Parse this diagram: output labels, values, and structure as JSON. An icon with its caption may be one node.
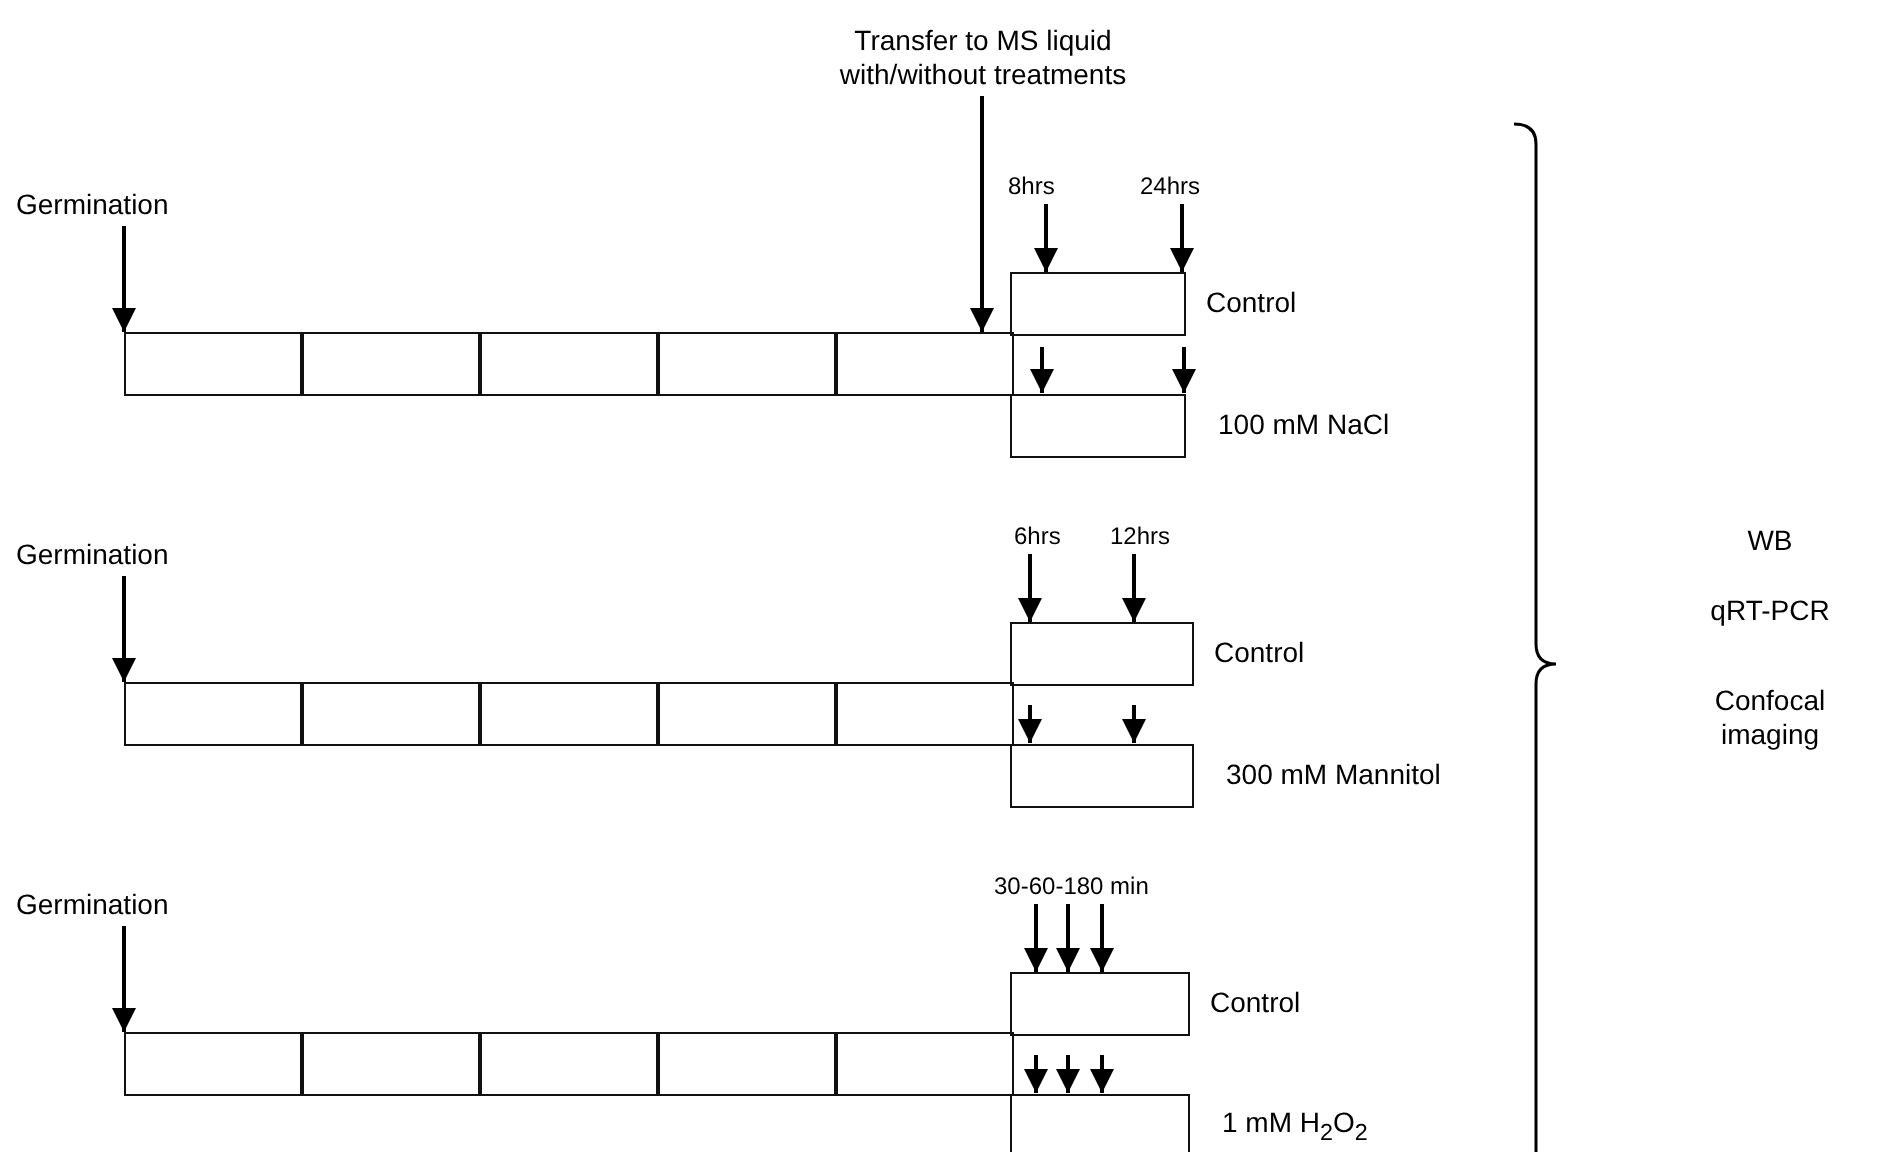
{
  "diagram": {
    "nodes": [
      {
        "text": [
          "Transfer to MS liquid with/without treatments"
        ]
      },
      {
        "text": [
          "Germination"
        ]
      },
      {
        "text": [
          "8hrs"
        ]
      },
      {
        "text": [
          "24hrs"
        ]
      },
      {
        "text": [],
        "shape": "box"
      },
      {
        "text": [],
        "shape": "box"
      },
      {
        "text": [],
        "shape": "box"
      },
      {
        "text": [],
        "shape": "box"
      },
      {
        "text": [],
        "shape": "box"
      },
      {
        "text": [],
        "shape": "box",
        "beside": [
          "Control"
        ]
      },
      {
        "text": [],
        "shape": "box",
        "beside": [
          "100 mM NaCl"
        ]
      },
      {
        "text": [
          "Germination"
        ]
      },
      {
        "text": [
          "6hrs"
        ]
      },
      {
        "text": [
          "12hrs"
        ]
      },
      {
        "text": [],
        "shape": "box"
      },
      {
        "text": [],
        "shape": "box"
      },
      {
        "text": [],
        "shape": "box"
      },
      {
        "text": [],
        "shape": "box"
      },
      {
        "text": [],
        "shape": "box"
      },
      {
        "text": [],
        "shape": "box",
        "beside": [
          "Control"
        ]
      },
      {
        "text": [],
        "shape": "box",
        "beside": [
          "300 mM Mannitol"
        ]
      },
      {
        "text": [
          "Germination"
        ]
      },
      {
        "text": [
          "30-60-180 min"
        ]
      },
      {
        "text": [],
        "shape": "box"
      },
      {
        "text": [],
        "shape": "box"
      },
      {
        "text": [],
        "shape": "box"
      },
      {
        "text": [],
        "shape": "box"
      },
      {
        "text": [],
        "shape": "box"
      },
      {
        "text": [],
        "shape": "box",
        "beside": [
          "Control"
        ]
      },
      {
        "text": [],
        "shape": "box",
        "beside": [
          "1 mM H$_{2}$O$_{2}$"
        ]
      }
    ],
    "edges": [
      {
        "from": 0,
        "to": 8,
        "arrow": "to"
      },
      {
        "from": 1,
        "to": 4,
        "arrow": "to"
      },
      {
        "from": 2,
        "to": 9,
        "arrow": "to"
      },
      {
        "from": 3,
        "to": 9,
        "arrow": "to"
      },
      {
        "from": 9,
        "to": 10,
        "arrow": "to"
      },
      {
        "from": 9,
        "to": 10,
        "arrow": "to"
      },
      {
        "from": 11,
        "to": 14,
        "arrow": "to"
      },
      {
        "from": 12,
        "to": 19,
        "arrow": "to"
      },
      {
        "from": 13,
        "to": 19,
        "arrow": "to"
      },
      {
        "from": 19,
        "to": 20,
        "arrow": "to"
      },
      {
        "from": 19,
        "to": 20,
        "arrow": "to"
      },
      {
        "from": 21,
        "to": 23,
        "arrow": "to"
      },
      {
        "from": 22,
        "to": 28,
        "arrow": "to"
      },
      {
        "from": 22,
        "to": 28,
        "arrow": "to"
      },
      {
        "from": 22,
        "to": 28,
        "arrow": "to"
      },
      {
        "from": 28,
        "to": 29,
        "arrow": "to"
      },
      {
        "from": 28,
        "to": 29,
        "arrow": "to"
      },
      {
        "from": 28,
        "to": 29,
        "arrow": "to"
      }
    ],
    "labels": [
      "WB",
      "qRT-PCR",
      "Confocal imaging"
    ]
  }
}
